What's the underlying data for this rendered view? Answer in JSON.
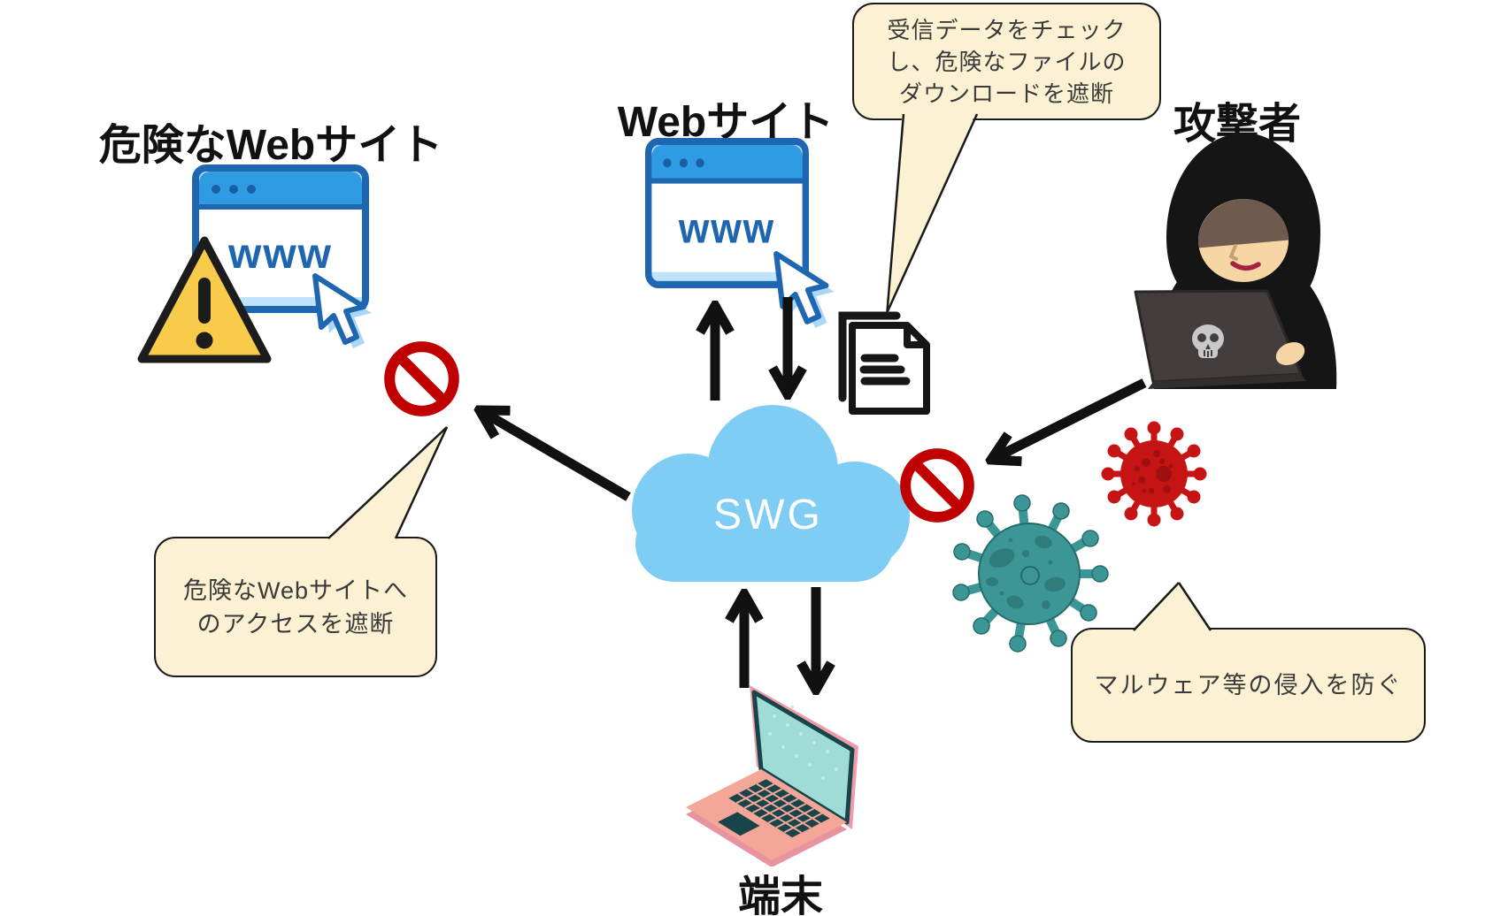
{
  "nodes": {
    "dangerous_site": {
      "label": "危険なWebサイト",
      "browser_text": "www"
    },
    "website": {
      "label": "Webサイト",
      "browser_text": "www"
    },
    "attacker": {
      "label": "攻撃者"
    },
    "gateway": {
      "label": "SWG"
    },
    "terminal": {
      "label": "端末"
    }
  },
  "callouts": {
    "download_block": {
      "line1": "受信データをチェック",
      "line2": "し、危険なファイルの",
      "line3": "ダウンロードを遮断"
    },
    "access_block": {
      "line1": "危険なWebサイトへ",
      "line2": "のアクセスを遮断"
    },
    "malware_block": {
      "line1": "マルウェア等の侵入を防ぐ"
    }
  },
  "colors": {
    "callout_fill": "#FCF2D3",
    "callout_border": "#1A1A1A",
    "browser_blue_dark": "#1F66B0",
    "browser_bar_blue": "#2E9BE3",
    "browser_light_blue": "#BFE3FA",
    "warning_yellow": "#F9CB4B",
    "prohibition_red": "#C00000",
    "cloud_blue": "#7FCDF5",
    "cloud_text": "#FFFFFF",
    "virus_red": "#C61414",
    "virus_red_spots": "#9E1010",
    "virus_teal": "#3C9696",
    "virus_teal_spots": "#2E7C7C",
    "laptop_pink": "#F4A698",
    "laptop_screen_teal": "#9FDCD6",
    "laptop_dark_teal": "#17454A",
    "attacker_black": "#151515",
    "skin_tan": "#F7D6A6",
    "arrow_black": "#111111"
  }
}
